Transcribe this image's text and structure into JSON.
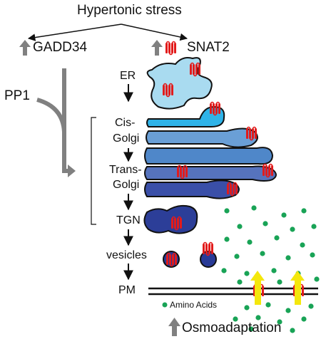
{
  "title": "Hypertonic stress",
  "left_label": "GADD34",
  "right_label": "SNAT2",
  "pp1_label": "PP1",
  "compartments": {
    "er": "ER",
    "cis_golgi_line1": "Cis-",
    "cis_golgi_line2": "Golgi",
    "trans_golgi_line1": "Trans-",
    "trans_golgi_line2": "Golgi",
    "tgn": "TGN",
    "vesicles": "vesicles",
    "pm": "PM"
  },
  "legend_amino_acids": "Amino Acids",
  "bottom_label": "Osmoadaptation",
  "colors": {
    "up_arrow": "#808080",
    "snat2": "#e21b1b",
    "er": "#a9dbf0",
    "cis1": "#2fb3e8",
    "cis2": "#6a9fd6",
    "cis3": "#4f87c9",
    "trans1": "#5673bd",
    "trans2": "#3a4fa8",
    "tgn": "#2c3e98",
    "vesicle": "#283a96",
    "amino_acid": "#19a356",
    "transport_arrow": "#f4e70c"
  }
}
